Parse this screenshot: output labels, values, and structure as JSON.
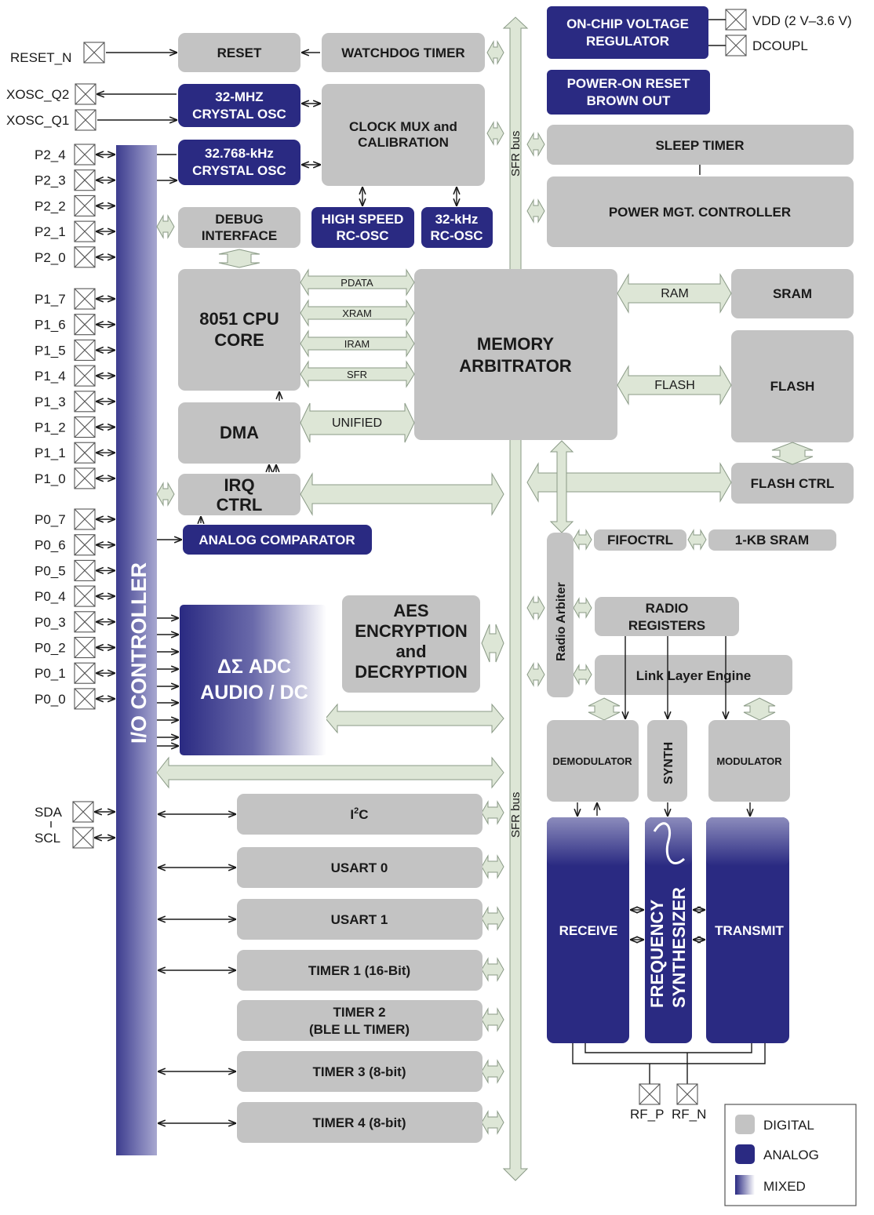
{
  "colors": {
    "digital": "#c3c3c3",
    "analog": "#2a2a82",
    "mixed_from": "#2a2a82",
    "mixed_to": "#ffffff",
    "bus": "#dde6d6"
  },
  "pins": {
    "reset": "RESET_N",
    "xosc_q2": "XOSC_Q2",
    "xosc_q1": "XOSC_Q1",
    "p2": [
      "P2_4",
      "P2_3",
      "P2_2",
      "P2_1",
      "P2_0"
    ],
    "p1": [
      "P1_7",
      "P1_6",
      "P1_5",
      "P1_4",
      "P1_3",
      "P1_2",
      "P1_1",
      "P1_0"
    ],
    "p0": [
      "P0_7",
      "P0_6",
      "P0_5",
      "P0_4",
      "P0_3",
      "P0_2",
      "P0_1",
      "P0_0"
    ],
    "sda": "SDA",
    "scl": "SCL",
    "vdd": "VDD (2 V–3.6 V)",
    "dcoupl": "DCOUPL",
    "rf_p": "RF_P",
    "rf_n": "RF_N"
  },
  "blocks": {
    "reset": "RESET",
    "watchdog": "WATCHDOG TIMER",
    "osc32m": [
      "32-MHZ",
      "CRYSTAL OSC"
    ],
    "osc32k": [
      "32.768-kHz",
      "CRYSTAL OSC"
    ],
    "clockmux": [
      "CLOCK MUX and",
      "CALIBRATION"
    ],
    "debug": [
      "DEBUG",
      "INTERFACE"
    ],
    "hs_rc": [
      "HIGH SPEED",
      "RC-OSC"
    ],
    "k32_rc": [
      "32-kHz",
      "RC-OSC"
    ],
    "regulator": [
      "ON-CHIP VOLTAGE",
      "REGULATOR"
    ],
    "por": [
      "POWER-ON RESET",
      "BROWN OUT"
    ],
    "sleep": "SLEEP TIMER",
    "pmc": "POWER MGT. CONTROLLER",
    "cpu": [
      "8051 CPU",
      "CORE"
    ],
    "dma": "DMA",
    "irq": [
      "IRQ",
      "CTRL"
    ],
    "memarb": [
      "MEMORY",
      "ARBITRATOR"
    ],
    "sram": "SRAM",
    "flash": "FLASH",
    "flashctrl": "FLASH CTRL",
    "analog_comp": "ANALOG COMPARATOR",
    "io_controller": "I/O CONTROLLER",
    "adc": [
      "ΔΣ ADC",
      "AUDIO / DC"
    ],
    "aes": [
      "AES",
      "ENCRYPTION",
      "and",
      "DECRYPTION"
    ],
    "radio_arbiter": "Radio Arbiter",
    "fifoctrl": "FIFOCTRL",
    "kb_sram": "1-KB SRAM",
    "radio_regs": [
      "RADIO",
      "REGISTERS"
    ],
    "link_layer": "Link Layer Engine",
    "demodulator": "DEMODULATOR",
    "synth": "SYNTH",
    "modulator": "MODULATOR",
    "receive": "RECEIVE",
    "freq_synth": [
      "FREQUENCY",
      "SYNTHESIZER"
    ],
    "transmit": "TRANSMIT",
    "i2c_main": "I",
    "i2c_sup": "2",
    "i2c_end": "C",
    "usart0": "USART 0",
    "usart1": "USART 1",
    "timer1": "TIMER 1 (16-Bit)",
    "timer2": [
      "TIMER 2",
      "(BLE LL TIMER)"
    ],
    "timer3": "TIMER 3 (8-bit)",
    "timer4": "TIMER 4 (8-bit)"
  },
  "buses": {
    "sfr_bus": "SFR bus",
    "pdata": "PDATA",
    "xram": "XRAM",
    "iram": "IRAM",
    "sfr": "SFR",
    "unified": "UNIFIED",
    "ram": "RAM",
    "flash": "FLASH"
  },
  "legend": {
    "digital": "DIGITAL",
    "analog": "ANALOG",
    "mixed": "MIXED"
  }
}
